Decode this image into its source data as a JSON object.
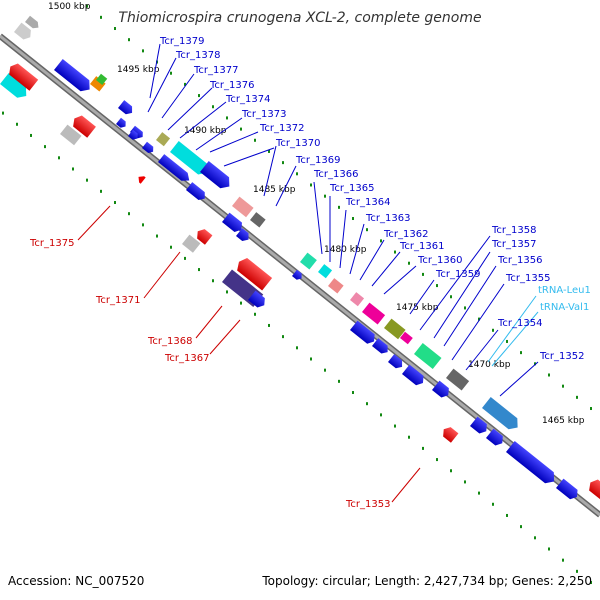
{
  "title": "Thiomicrospira crunogena XCL-2, complete genome",
  "accession": "Accession: NC_007520",
  "summary": "Topology: circular; Length: 2,427,734 bp; Genes: 2,250",
  "kbp_ticks": [
    "1500 kbp",
    "1495 kbp",
    "1490 kbp",
    "1485 kbp",
    "1480 kbp",
    "1475 kbp",
    "1470 kbp",
    "1465 kbp"
  ],
  "gene_labels": {
    "top": [
      "Tcr_1379",
      "Tcr_1378",
      "Tcr_1377",
      "Tcr_1376",
      "Tcr_1374",
      "Tcr_1373",
      "Tcr_1372",
      "Tcr_1370",
      "Tcr_1369",
      "Tcr_1366",
      "Tcr_1365",
      "Tcr_1364",
      "Tcr_1363",
      "Tcr_1362",
      "Tcr_1361",
      "Tcr_1360",
      "Tcr_1359",
      "Tcr_1358",
      "Tcr_1357",
      "Tcr_1356",
      "Tcr_1355",
      "Tcr_1354",
      "Tcr_1352"
    ],
    "rna": [
      "tRNA-Leu1",
      "tRNA-Val1"
    ],
    "bottom": [
      "Tcr_1375",
      "Tcr_1371",
      "Tcr_1368",
      "Tcr_1367",
      "Tcr_1353"
    ]
  },
  "colors": {
    "blue_gene": "#0000ee",
    "red_gene": "#ee0000",
    "cyan_gene": "#00dddd",
    "backbone": "#888888",
    "tick_green": "#118811"
  }
}
